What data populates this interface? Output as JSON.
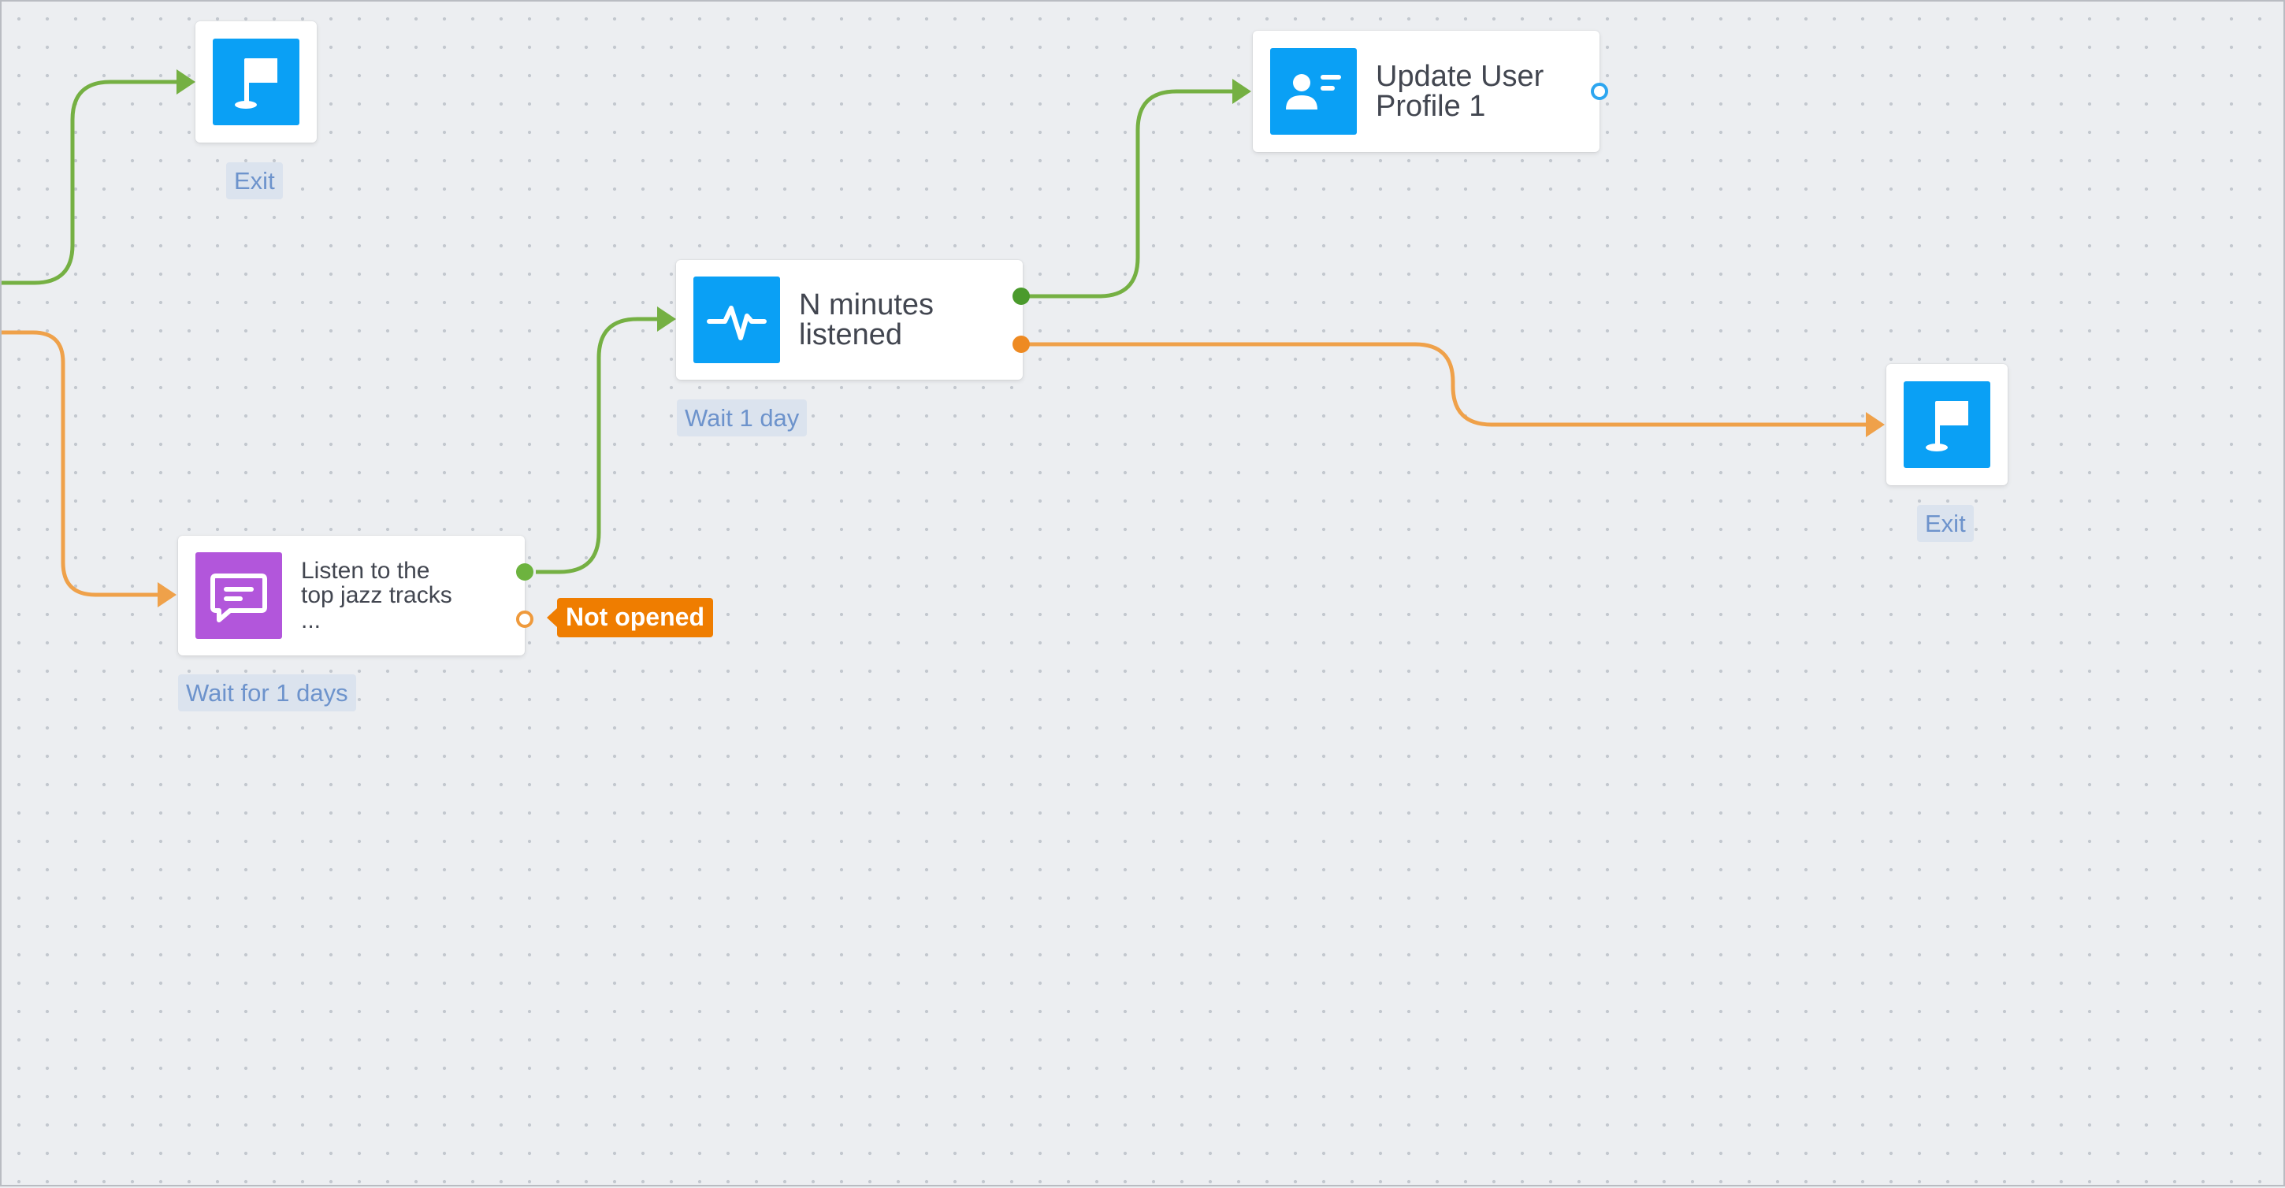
{
  "colors": {
    "canvas_background": "#eceef1",
    "link_success": "#75b043",
    "link_failure": "#efa14a",
    "node_icon_blue": "#0aa0f5",
    "node_icon_purple": "#b256db",
    "badge_orange": "#ef7d00",
    "caption_text": "#6d93cc"
  },
  "nodes": {
    "exit_top": {
      "icon": "flag-icon",
      "caption": "Exit"
    },
    "message": {
      "icon": "chat-message-icon",
      "title": "Listen to the top jazz tracks ...",
      "caption": "Wait for 1 days",
      "badge": "Not opened"
    },
    "condition": {
      "icon": "activity-pulse-icon",
      "title": "N minutes listened",
      "caption": "Wait 1 day"
    },
    "update_profile": {
      "icon": "user-profile-icon",
      "title": "Update User Profile 1"
    },
    "exit_right": {
      "icon": "flag-icon",
      "caption": "Exit"
    }
  }
}
